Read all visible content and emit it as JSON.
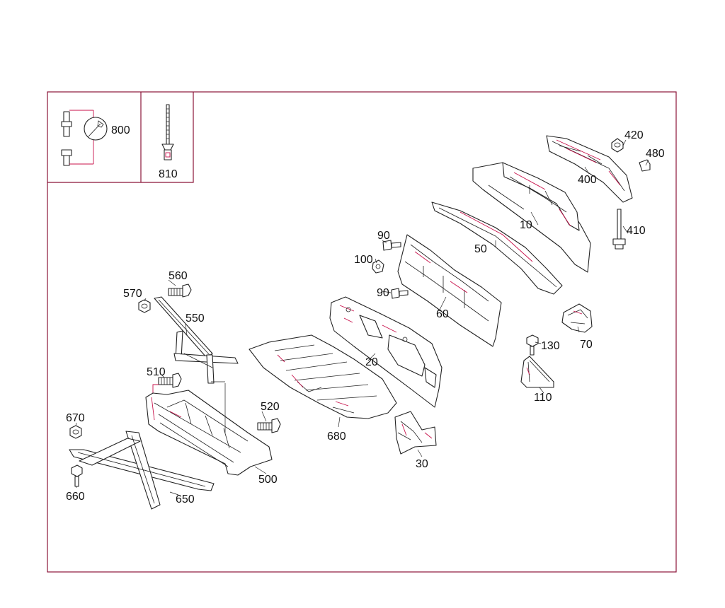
{
  "colors": {
    "frame": "#8b1538",
    "line": "#222222",
    "accent": "#c8104a"
  },
  "inset_labels": {
    "tool_set": "800",
    "long_bolt": "810"
  },
  "callouts": {
    "p10": "10",
    "p20": "20",
    "p30": "30",
    "p50": "50",
    "p60": "60",
    "p70": "70",
    "p90a": "90",
    "p90b": "90",
    "p100": "100",
    "p110": "110",
    "p130": "130",
    "p400": "400",
    "p410": "410",
    "p420": "420",
    "p480": "480",
    "p500": "500",
    "p510": "510",
    "p520": "520",
    "p550": "550",
    "p560": "560",
    "p570": "570",
    "p650": "650",
    "p660": "660",
    "p670": "670",
    "p680": "680"
  }
}
